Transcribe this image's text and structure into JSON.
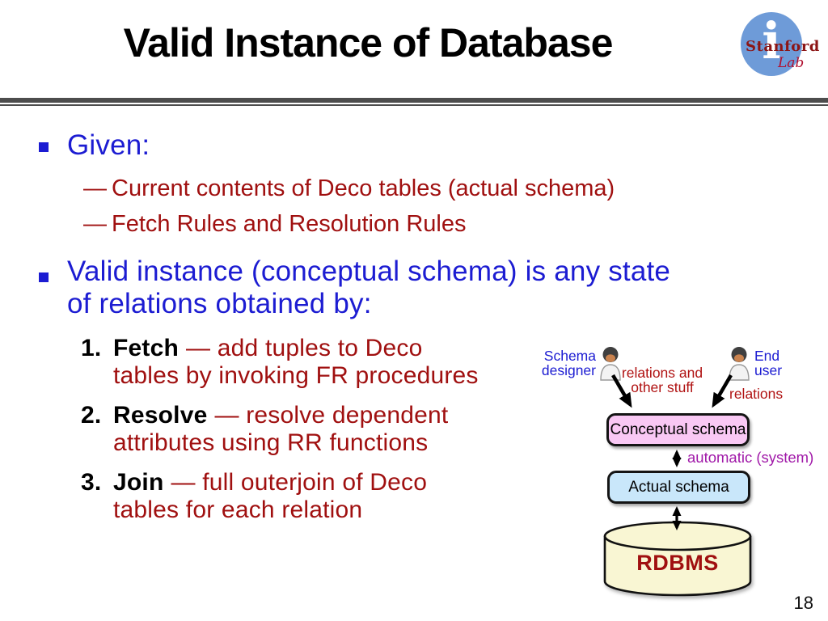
{
  "slide": {
    "title": "Valid Instance of Database",
    "page_number": "18"
  },
  "logo": {
    "letter": "i",
    "name": "Stanford",
    "sub": "Lab"
  },
  "bullets": {
    "dash": "—",
    "given": {
      "label": "Given:",
      "items": [
        "Current contents of Deco tables (actual schema)",
        "Fetch Rules and Resolution Rules"
      ]
    },
    "valid": {
      "lines": [
        "Valid instance (conceptual schema) is any state",
        "of relations obtained by:"
      ]
    }
  },
  "steps": [
    {
      "num": "1.",
      "term": "Fetch",
      "rest": "— add tuples to Deco",
      "cont": "tables by invoking FR procedures"
    },
    {
      "num": "2.",
      "term": "Resolve",
      "rest": "— resolve dependent",
      "cont": "attributes using RR functions"
    },
    {
      "num": "3.",
      "term": "Join",
      "rest": "— full outerjoin of Deco",
      "cont": "tables for each relation"
    }
  ],
  "diagram": {
    "actor_left": {
      "line1": "Schema",
      "line2": "designer"
    },
    "actor_right": {
      "line1": "End",
      "line2": "user"
    },
    "left_edge_label": {
      "line1": "relations and",
      "line2": "other stuff"
    },
    "right_edge_label": "relations",
    "automatic_label": "automatic (system)",
    "conceptual_box": "Conceptual schema",
    "actual_box": "Actual schema",
    "rdbms": "RDBMS"
  },
  "colors": {
    "bullet_blue": "#1C1CD2",
    "body_red": "#A01010",
    "diagram_red": "#B01212",
    "purple": "#A018A8",
    "conceptual_fill": "#F9C8F4",
    "actual_fill": "#C9E7FA",
    "rdbms_fill": "#F9F6D3",
    "logo_blue": "#6E9BD8",
    "logo_red": "#8C1515",
    "divider_gray": "#4D4D4D",
    "title_black": "#000000"
  }
}
